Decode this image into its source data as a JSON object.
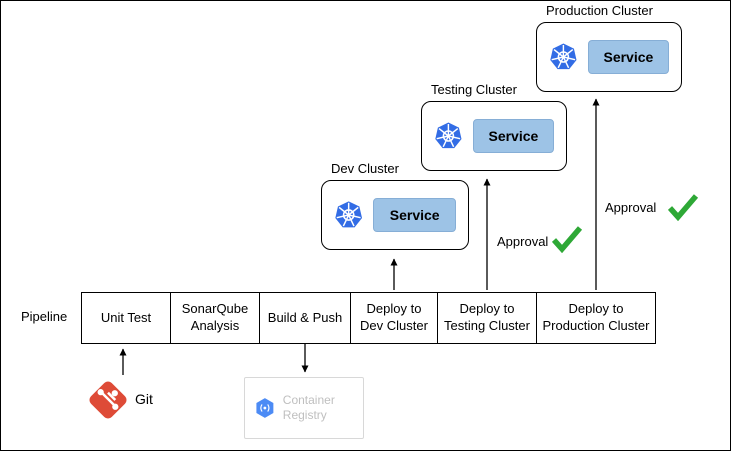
{
  "pipeline": {
    "label": "Pipeline",
    "stages": [
      {
        "label": "Unit Test"
      },
      {
        "label": "SonarQube Analysis"
      },
      {
        "label": "Build & Push"
      },
      {
        "label": "Deploy to Dev Cluster"
      },
      {
        "label": "Deploy to Testing Cluster"
      },
      {
        "label": "Deploy to Production Cluster"
      }
    ]
  },
  "clusters": [
    {
      "name": "Dev Cluster",
      "service": "Service"
    },
    {
      "name": "Testing Cluster",
      "service": "Service"
    },
    {
      "name": "Production Cluster",
      "service": "Service"
    }
  ],
  "approvals": [
    {
      "label": "Approval"
    },
    {
      "label": "Approval"
    }
  ],
  "git": {
    "label": "Git"
  },
  "registry": {
    "label": "Container Registry"
  },
  "icons": {
    "kubernetes": "kubernetes-helm-wheel-heptagon",
    "git": "git-branch-red-diamond",
    "registry": "container-registry-blue-hexagon",
    "approval_check": "green-checkmark",
    "arrow": "black-line-arrowhead"
  },
  "colors": {
    "kubernetes_blue": "#326CE5",
    "service_fill": "#9DC3E6",
    "git_red": "#DE4B37",
    "check_green": "#2EA836",
    "registry_blue": "#4C8BF5",
    "registry_text": "#BFBFBF",
    "line": "#000000"
  }
}
